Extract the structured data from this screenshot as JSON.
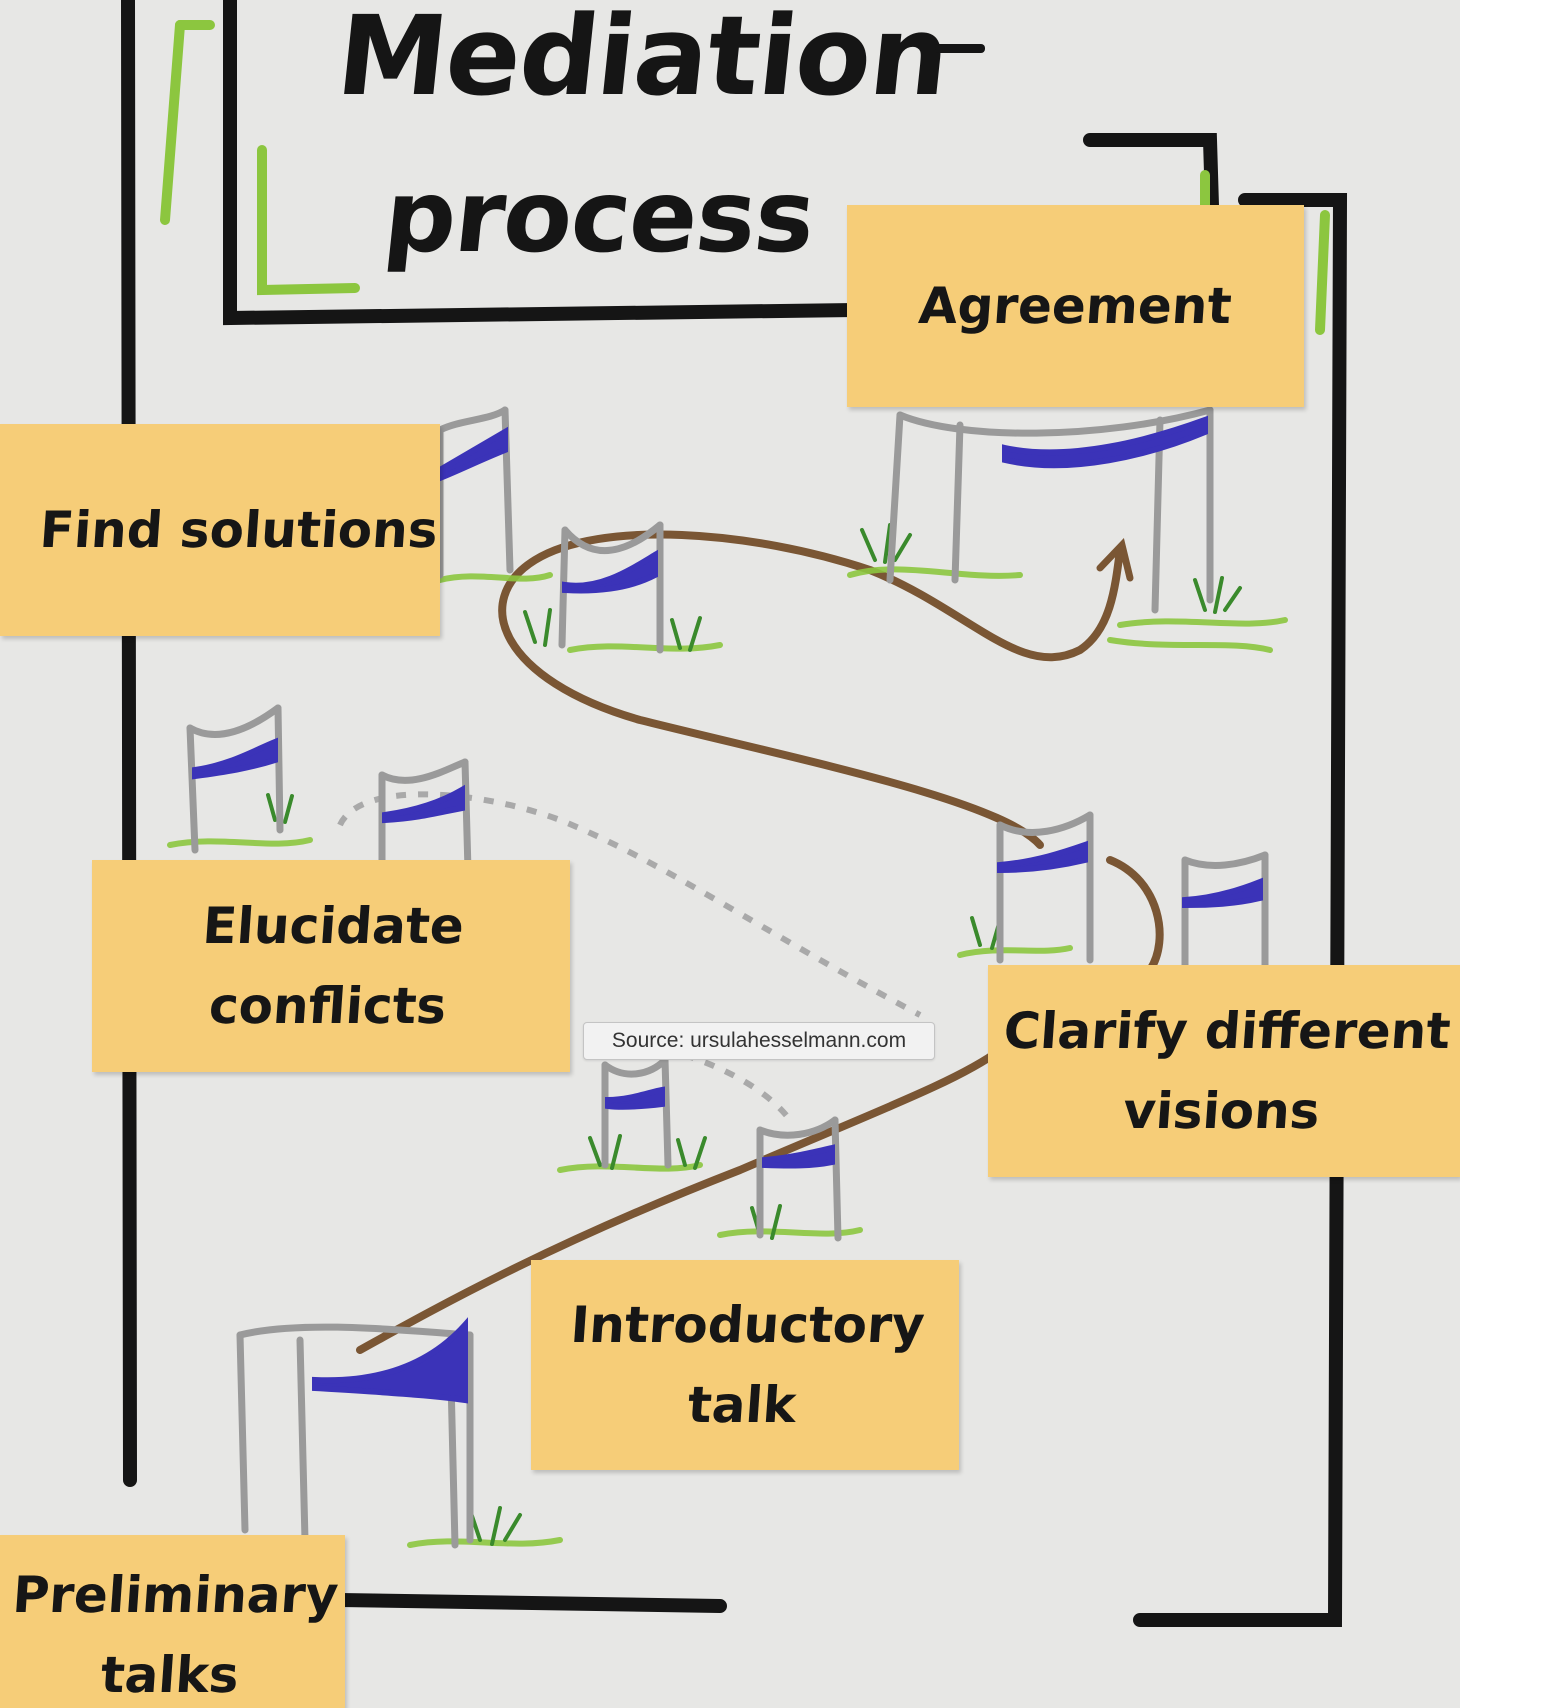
{
  "title": {
    "line1": "Mediation",
    "line2": "process"
  },
  "steps": [
    {
      "id": "agreement",
      "label": "Agreement"
    },
    {
      "id": "find-solutions",
      "label": "Find solutions"
    },
    {
      "id": "elucidate-conflicts",
      "label": "Elucidate\nconflicts"
    },
    {
      "id": "clarify-visions",
      "label": "Clarify different\nvisions"
    },
    {
      "id": "introductory-talk",
      "label": "Introductory\ntalk"
    },
    {
      "id": "preliminary-talks",
      "label": "Preliminary\ntalks"
    }
  ],
  "source_caption": "Source: ursulahesselmann.com",
  "colors": {
    "paper": "#e7e7e5",
    "sticky_note": "#f6cd78",
    "frame_ink": "#151515",
    "frame_accent_green": "#8cc63f",
    "flag_blue": "#3b33b8",
    "path_brown": "#7a5634",
    "grass_green": "#7fc241",
    "pole_gray": "#9a9a9a"
  },
  "icons": [
    "flag-gate-icon",
    "grass-tuft-icon",
    "path-arrow-icon"
  ]
}
